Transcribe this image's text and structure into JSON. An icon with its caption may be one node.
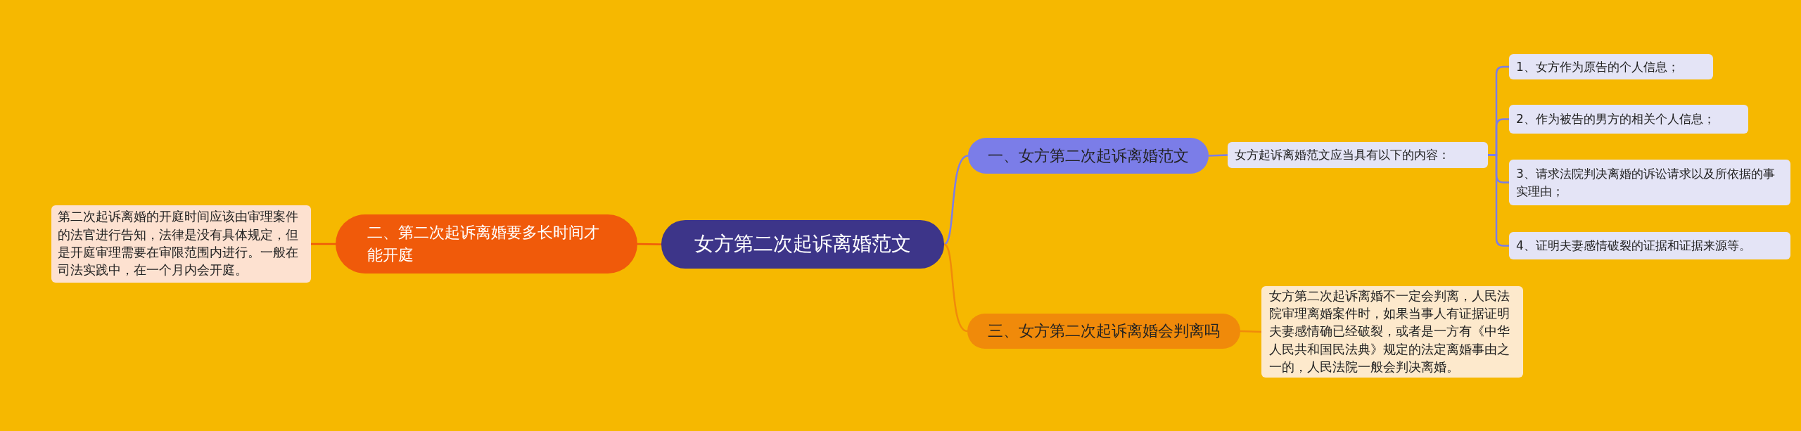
{
  "diagram": {
    "nodes": [
      {
        "text": [
          "女方第二次起诉离婚范文"
        ]
      },
      {
        "text": [
          "一、女方第二次起诉离婚范文"
        ]
      },
      {
        "text": [
          "女方起诉离婚范文应当具有以下的内容："
        ]
      },
      {
        "text": [
          "1、女方作为原告的个人信息；"
        ]
      },
      {
        "text": [
          "2、作为被告的男方的相关个人信息；"
        ]
      },
      {
        "text": [
          "3、请求法院判决离婚的诉讼请求以及所依据的事实理由；"
        ]
      },
      {
        "text": [
          "4、证明夫妻感情破裂的证据和证据来源等。"
        ]
      },
      {
        "text": [
          "二、第二次起诉离婚要多长时间才能开庭"
        ]
      },
      {
        "text": [
          "第二次起诉离婚的开庭时间应该由审理案件的法官进行告知，法律是没有具体规定，但是开庭审理需要在审限范围内进行。一般在司法实践中，在一个月内会开庭。"
        ]
      },
      {
        "text": [
          "三、女方第二次起诉离婚会判离吗"
        ]
      },
      {
        "text": [
          "女方第二次起诉离婚不一定会判离，人民法院审理离婚案件时，如果当事人有证据证明夫妻感情确已经破裂，或者是一方有《中华人民共和国民法典》规定的法定离婚事由之一的，人民法院一般会判决离婚。"
        ]
      }
    ],
    "edges": [
      {
        "from": 0,
        "to": 1,
        "arrow": "none"
      },
      {
        "from": 1,
        "to": 2,
        "arrow": "none"
      },
      {
        "from": 2,
        "to": 3,
        "arrow": "none"
      },
      {
        "from": 2,
        "to": 4,
        "arrow": "none"
      },
      {
        "from": 2,
        "to": 5,
        "arrow": "none"
      },
      {
        "from": 2,
        "to": 6,
        "arrow": "none"
      },
      {
        "from": 0,
        "to": 7,
        "arrow": "none",
        "color": "#f05a0a"
      },
      {
        "from": 7,
        "to": 8,
        "arrow": "none",
        "color": "#f05a0a"
      },
      {
        "from": 0,
        "to": 9,
        "arrow": "none",
        "color": "#f08a0a"
      },
      {
        "from": 9,
        "to": 10,
        "arrow": "none",
        "color": "#f08a0a"
      }
    ]
  }
}
